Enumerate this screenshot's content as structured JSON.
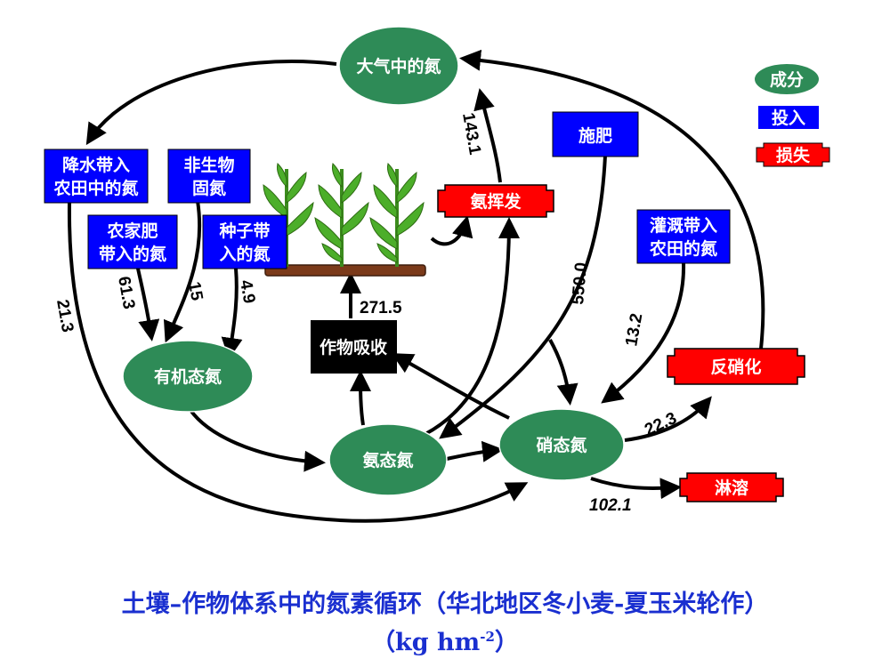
{
  "nodes": {
    "atmosphere": "大气中的氮",
    "organic_n": "有机态氮",
    "ammonium_n": "氨态氮",
    "nitrate_n": "硝态氮",
    "crop_uptake": "作物吸收",
    "rain_input_1": "降水带入",
    "rain_input_2": "农田中的氮",
    "abiotic_1": "非生物",
    "abiotic_2": "固氮",
    "manure_1": "农家肥",
    "manure_2": "带入的氮",
    "seed_1": "种子带",
    "seed_2": "入的氮",
    "fertilizer": "施肥",
    "irrigation_1": "灌溉带入",
    "irrigation_2": "农田的氮",
    "volatilization": "氨挥发",
    "denitrification": "反硝化",
    "leaching": "淋溶"
  },
  "legend": {
    "component": "成分",
    "input": "投入",
    "loss": "损失"
  },
  "flows": {
    "volatilization": "143.1",
    "fertilizer": "550.0",
    "crop_uptake": "271.5",
    "manure": "61.3",
    "abiotic": "15",
    "seed": "4.9",
    "rain": "21.3",
    "irrigation": "13.2",
    "denitrification": "22.3",
    "leaching": "102.1"
  },
  "caption": {
    "line1": "土壤–作物体系中的氮素循环（华北地区冬小麦-夏玉米轮作）",
    "line2_pre": "（kg hm",
    "line2_sup": "-2",
    "line2_post": "）"
  },
  "colors": {
    "component": "#2e8b57",
    "input": "#0000ff",
    "loss": "#ff0000",
    "crop_uptake": "#000000",
    "caption": "#1a2fd0"
  }
}
